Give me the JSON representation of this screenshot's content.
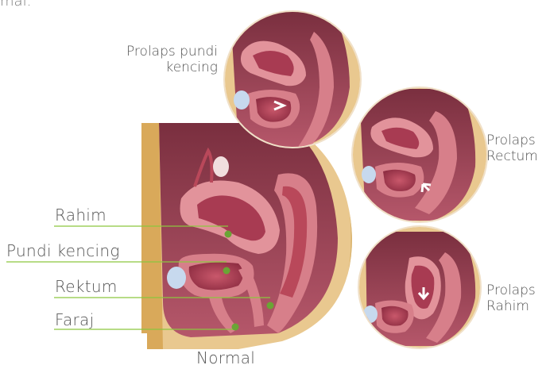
{
  "top_text": "mal.",
  "panels": {
    "normal": {
      "caption": "Normal",
      "labels": [
        "Rahim",
        "Pundi kencing",
        "Rektum",
        "Faraj"
      ]
    },
    "bladder_prolapse": {
      "caption_line1": "Prolaps pundi",
      "caption_line2": "kencing"
    },
    "rectum_prolapse": {
      "caption_line1": "Prolaps",
      "caption_line2": "Rectum"
    },
    "uterus_prolapse": {
      "caption_line1": "Prolaps",
      "caption_line2": "Rahim"
    }
  },
  "colors": {
    "skin": "#e9c88f",
    "fat": "#d9b36d",
    "cavity": "#8a3b4a",
    "organ_wall": "#d77f8a",
    "organ_inner": "#b9485a",
    "leader_line": "#8cc63f",
    "marker": "#6aa535"
  }
}
